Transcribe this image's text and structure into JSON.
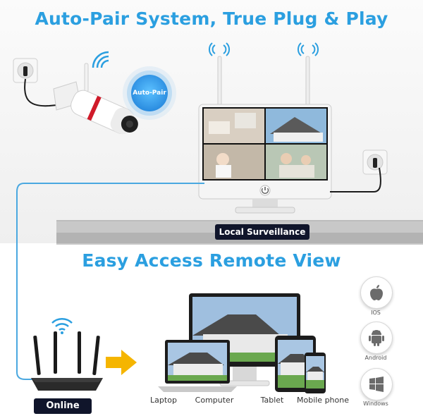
{
  "headline_top": "Auto-Pair System, True Plug & Play",
  "headline_bottom": "Easy Access Remote View",
  "badge_auto_pair": "Auto-Pair",
  "label_local_surveillance": "Local Surveillance",
  "label_online": "Online",
  "devices": [
    "Laptop",
    "Computer",
    "Tablet",
    "Mobile phone"
  ],
  "platforms": [
    "IOS",
    "Android",
    "Windows"
  ],
  "colors": {
    "accent": "#2b9fe0",
    "label_bg": "#10152b",
    "cable": "#4aa8e0"
  },
  "icons": [
    "wifi-icon",
    "apple-icon",
    "android-icon",
    "windows-icon",
    "power-button-icon",
    "arrow-right-icon"
  ]
}
